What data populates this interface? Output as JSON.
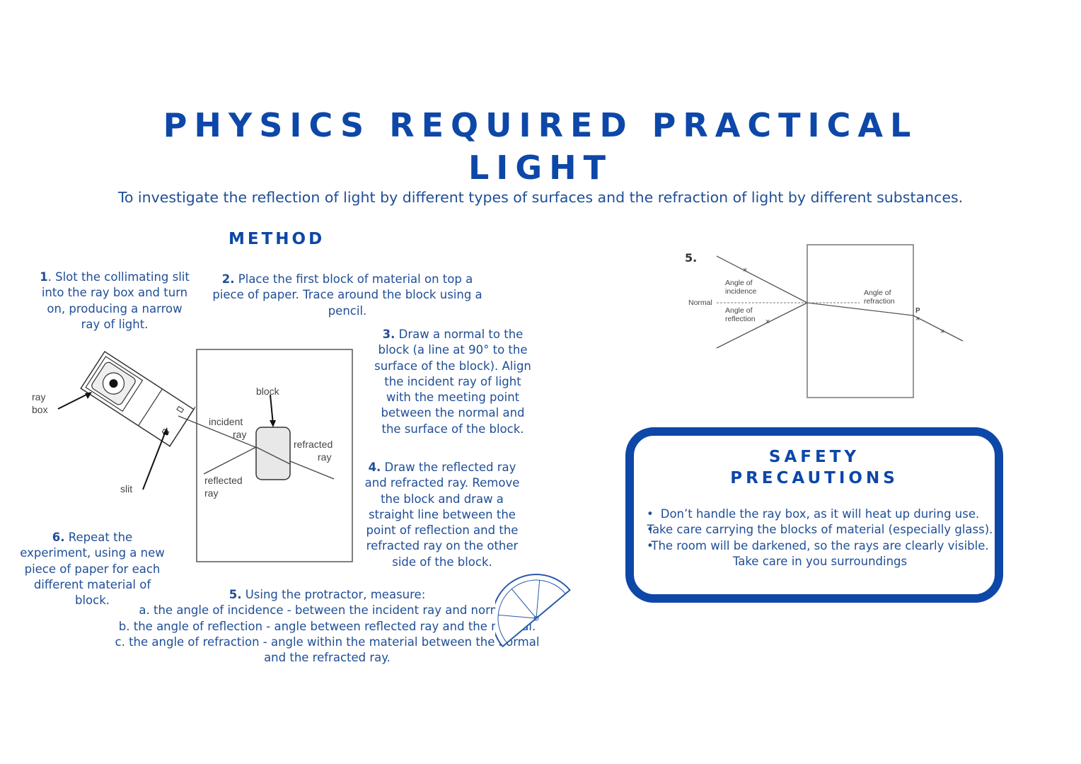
{
  "title": {
    "line1": "PHYSICS REQUIRED PRACTICAL",
    "line2": "LIGHT"
  },
  "aim": "To investigate the reflection of light by different types of surfaces and the refraction of light by different substances.",
  "method": {
    "heading": "METHOD",
    "step1": {
      "num": "1",
      "text": ". Slot the collimating slit into the ray box and turn on, producing a narrow ray of light."
    },
    "step2": {
      "num": "2.",
      "text": " Place the first block of material on top a piece of paper. Trace around the block using a pencil."
    },
    "step3": {
      "num": "3.",
      "text": " Draw a normal to the block (a line at 90° to the surface of the block). Align the incident ray of light with the meeting point between the normal and the surface of the block."
    },
    "step4": {
      "num": "4.",
      "text": " Draw the reflected ray and refracted ray. Remove the block and draw a straight line between the point of reflection and the refracted ray on the other side of the block."
    },
    "step5": {
      "num": "5.",
      "intro": " Using the protractor, measure:",
      "a": "a. the angle of incidence - between the incident ray and normal.",
      "b": "b. the angle of reflection - angle between reflected ray and the normal.",
      "c": "c. the angle of refraction - angle within the material between the normal and the refracted ray."
    },
    "step6": {
      "num": "6.",
      "text": " Repeat the experiment, using a new piece of paper for each different material of block."
    }
  },
  "diagram1": {
    "ray_box": "ray box",
    "slit": "slit",
    "block": "block",
    "incident_ray": "incident ray",
    "refracted_ray": "refracted ray",
    "reflected_ray": "reflected ray"
  },
  "diagram2": {
    "number": "5.",
    "normal": "Normal",
    "angle_incidence": "Angle of incidence",
    "angle_reflection": "Angle of reflection",
    "angle_refraction": "Angle of refraction",
    "point": "P"
  },
  "safety": {
    "title_line1": "SAFETY",
    "title_line2": "PRECAUTIONS",
    "items": [
      "Don’t handle the ray box, as it will heat up during use.",
      "Take care carrying the blocks of material (especially glass).",
      "The room will be darkened, so the rays are clearly visible.",
      "Take care in you surroundings"
    ]
  },
  "colors": {
    "primary": "#0d47a8",
    "text": "#1f4e96"
  }
}
